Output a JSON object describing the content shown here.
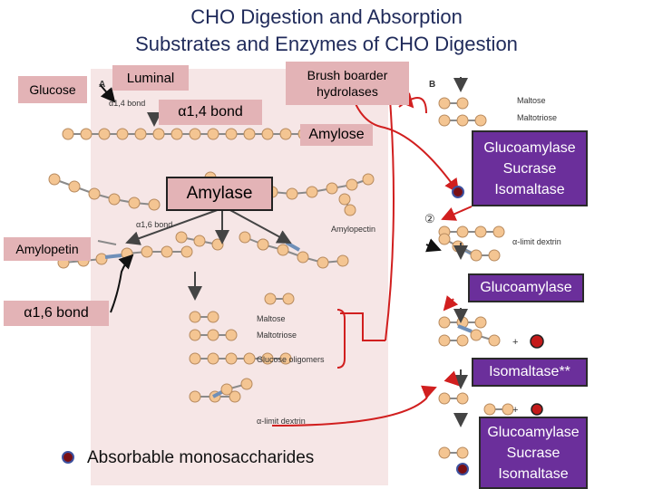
{
  "title_line1": "CHO Digestion and Absorption",
  "title_line2": "Substrates and Enzymes of CHO Digestion",
  "labels": {
    "glucose": "Glucose",
    "luminal": "Luminal",
    "brush_border": "Brush boarder hydrolases",
    "alpha14": "α1,4 bond",
    "amylose": "Amylose",
    "amylase": "Amylase",
    "amylopetin": "Amylopetin",
    "alpha16": "α1,6 bond",
    "enzymes_top": "Glucoamylase Sucrase Isomaltase",
    "glucoamylase": "Glucoamylase",
    "isomaltase": "Isomaltase**",
    "enzymes_bottom": "Glucoamylase Sucrase Isomaltase",
    "absorbable": "Absorbable monosaccharides"
  },
  "figure_text": {
    "panel_a": "A",
    "panel_b": "B",
    "a14_bond": "α1,4 bond",
    "a16_bond": "α1,6 bond",
    "amylopectin": "Amylopectin",
    "maltose": "Maltose",
    "maltotriose": "Maltotriose",
    "glucose_oligomers": "Glucose oligomers",
    "alimit": "α-limit dextrin",
    "b_maltose": "Maltose",
    "b_maltotriose": "Maltotriose",
    "b_alimit": "α-limit dextrin",
    "step2": "②"
  },
  "colors": {
    "glucose_fill": "#f4c592",
    "glucose_stroke": "#b78a5e",
    "bond_blue": "#6f8fb8",
    "red_arrow": "#d11f1f",
    "purple_box": "#6b2f9b",
    "pink_box": "#e3b3b6"
  }
}
